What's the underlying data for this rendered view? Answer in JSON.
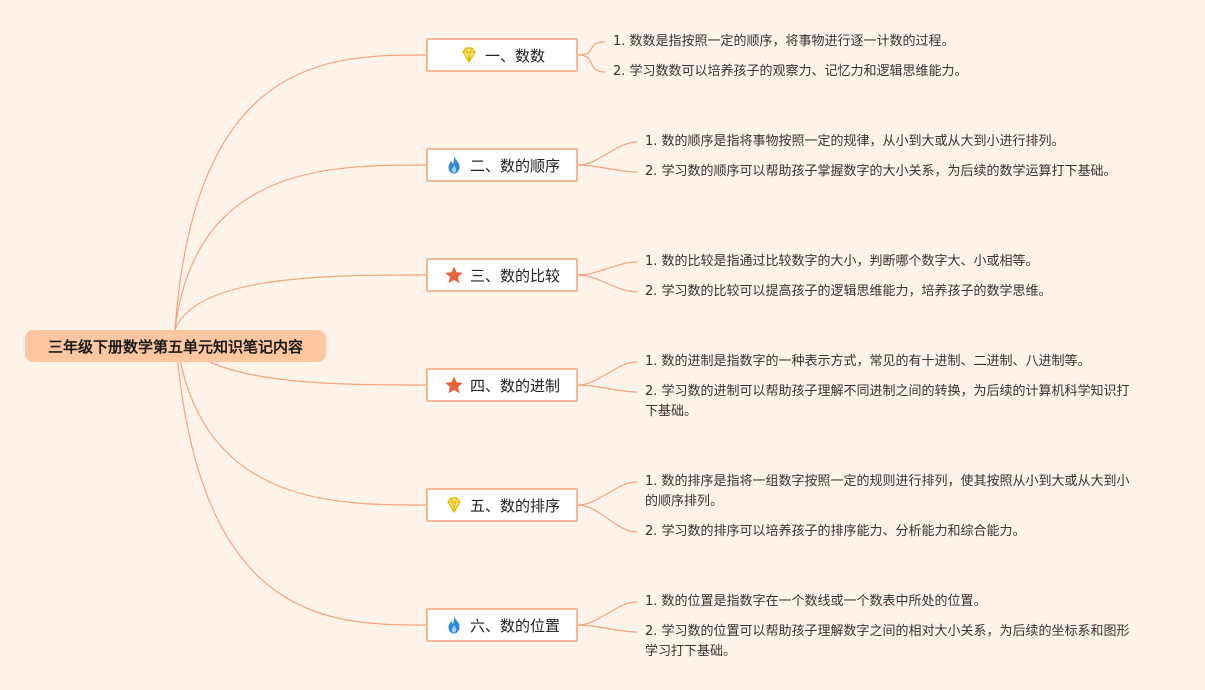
{
  "root": {
    "label": "三年级下册数学第五单元知识笔记内容"
  },
  "colors": {
    "background": "#fef3e8",
    "root_fill": "#ffc7a0",
    "topic_border": "#f6b896",
    "line": "#f5a47e"
  },
  "topics": [
    {
      "label": "一、数数",
      "icon": "diamond-icon",
      "notes": [
        "1. 数数是指按照一定的顺序，将事物进行逐一计数的过程。",
        "2. 学习数数可以培养孩子的观察力、记忆力和逻辑思维能力。"
      ]
    },
    {
      "label": "二、数的顺序",
      "icon": "flame-icon",
      "notes": [
        "1. 数的顺序是指将事物按照一定的规律，从小到大或从大到小进行排列。",
        "2. 学习数的顺序可以帮助孩子掌握数字的大小关系，为后续的数学运算打下基础。"
      ]
    },
    {
      "label": "三、数的比较",
      "icon": "star-icon",
      "notes": [
        "1. 数的比较是指通过比较数字的大小，判断哪个数字大、小或相等。",
        "2. 学习数的比较可以提高孩子的逻辑思维能力，培养孩子的数学思维。"
      ]
    },
    {
      "label": "四、数的进制",
      "icon": "star-icon",
      "notes": [
        "1. 数的进制是指数字的一种表示方式，常见的有十进制、二进制、八进制等。",
        "2. 学习数的进制可以帮助孩子理解不同进制之间的转换，为后续的计算机科学知识打下基础。"
      ]
    },
    {
      "label": "五、数的排序",
      "icon": "diamond-icon",
      "notes": [
        "1. 数的排序是指将一组数字按照一定的规则进行排列，使其按照从小到大或从大到小的顺序排列。",
        "2. 学习数的排序可以培养孩子的排序能力、分析能力和综合能力。"
      ]
    },
    {
      "label": "六、数的位置",
      "icon": "flame-icon",
      "notes": [
        "1. 数的位置是指数字在一个数线或一个数表中所处的位置。",
        "2. 学习数的位置可以帮助孩子理解数字之间的相对大小关系，为后续的坐标系和图形学习打下基础。"
      ]
    }
  ]
}
